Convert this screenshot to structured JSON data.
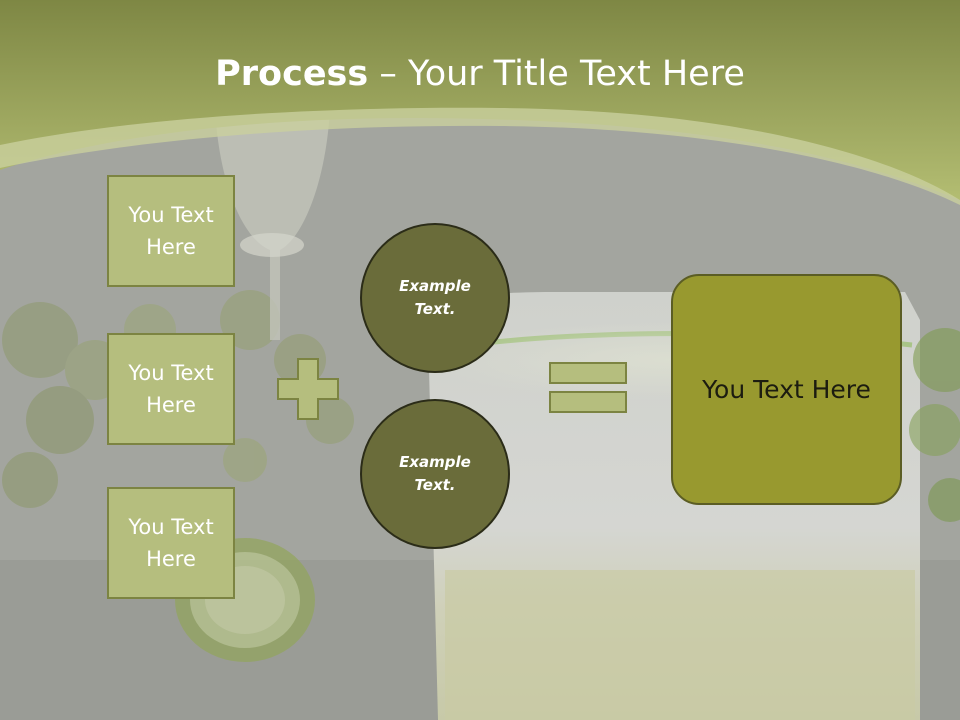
{
  "title": {
    "bold": "Process",
    "rest": " – Your Title Text Here"
  },
  "inputs": [
    {
      "label": "You Text Here"
    },
    {
      "label": "You Text Here"
    },
    {
      "label": "You Text Here"
    }
  ],
  "operands": [
    {
      "label": "Example Text."
    },
    {
      "label": "Example Text."
    }
  ],
  "result": {
    "label": "You Text Here"
  },
  "icons": {
    "plus": "plus-icon",
    "equals": "equals-icon"
  },
  "colors": {
    "header_green": "#a9b566",
    "box_fill": "#b5be7e",
    "circle_fill": "#6a6c3a",
    "result_fill": "#98992f"
  }
}
